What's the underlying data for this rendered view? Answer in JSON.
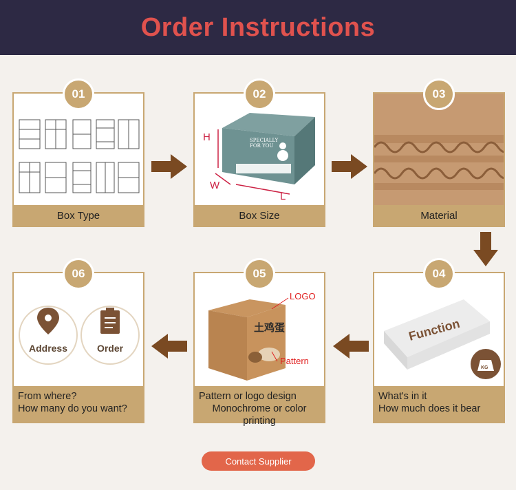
{
  "header": {
    "title": "Order Instructions"
  },
  "steps": [
    {
      "num": "01",
      "label": "Box Type"
    },
    {
      "num": "02",
      "label": "Box Size",
      "dims": {
        "h": "H",
        "w": "W",
        "l": "L"
      },
      "box_text": [
        "SPECIALLY",
        "FOR YOU"
      ]
    },
    {
      "num": "03",
      "label": "Material"
    },
    {
      "num": "04",
      "lines": [
        "What's in it",
        "How much does it bear"
      ],
      "box_text": "Function",
      "weight_icon_text": "KG"
    },
    {
      "num": "05",
      "lines": [
        "Pattern or logo design",
        "Monochrome or color printing"
      ],
      "callouts": {
        "logo": "LOGO",
        "pattern": "Pattern"
      },
      "box_text": "土鸡蛋"
    },
    {
      "num": "06",
      "lines": [
        "From where?",
        "How many do you want?"
      ],
      "icons": [
        {
          "name": "location-pin-icon",
          "label": "Address"
        },
        {
          "name": "clipboard-icon",
          "label": "Order"
        }
      ]
    }
  ],
  "cta": {
    "label": "Contact Supplier"
  },
  "colors": {
    "header_bg": "#2d2944",
    "title": "#e0524e",
    "gold": "#c8a772",
    "arrow": "#7a4a22",
    "button": "#e2664a"
  }
}
